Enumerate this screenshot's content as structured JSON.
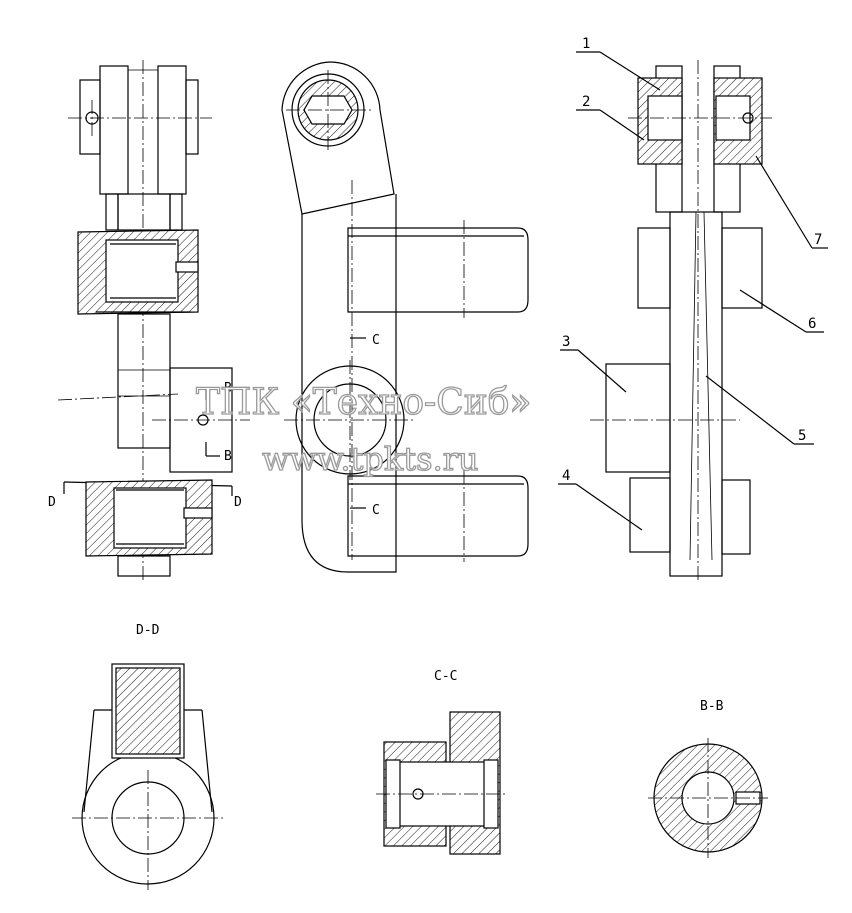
{
  "callouts": [
    "1",
    "2",
    "3",
    "4",
    "5",
    "6",
    "7"
  ],
  "section_marks": {
    "b": "B",
    "c": "C",
    "d": "D"
  },
  "section_titles": {
    "dd": "D-D",
    "cc": "C-C",
    "bb": "B-B"
  },
  "watermark": {
    "line1": "ТПК «Техно-Сиб»",
    "line2": "www.tpkts.ru"
  }
}
